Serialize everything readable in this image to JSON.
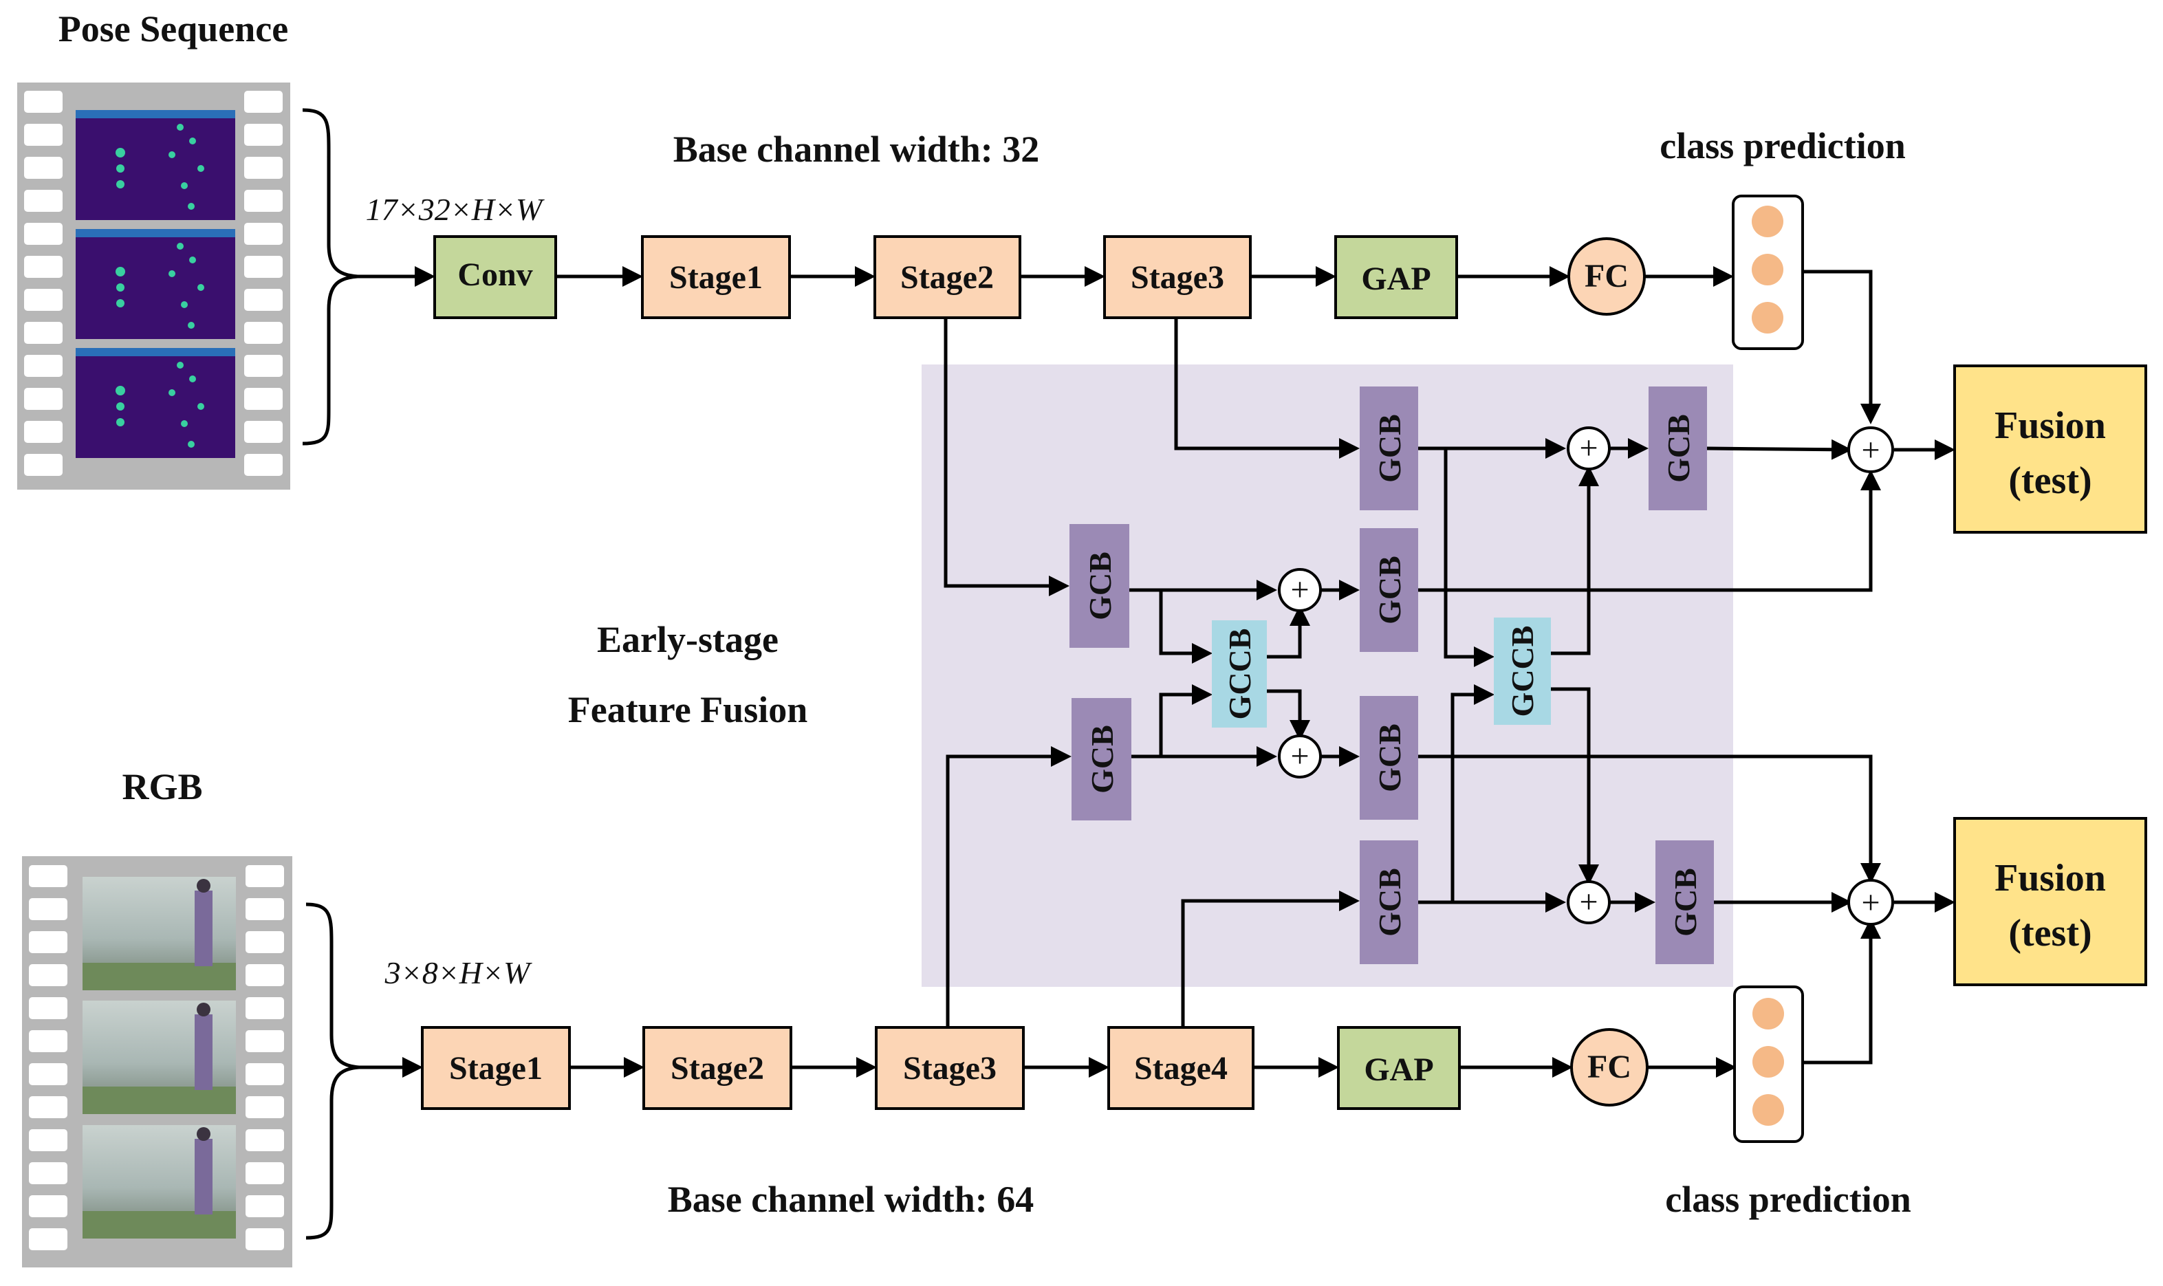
{
  "labels": {
    "pose_sequence": "Pose Sequence",
    "rgb": "RGB",
    "pose_dims": "17×32×H×W",
    "rgb_dims": "3×8×H×W",
    "base_width_top": "Base channel width: 32",
    "base_width_bottom": "Base channel width: 64",
    "class_prediction_top": "class prediction",
    "class_prediction_bottom": "class prediction",
    "early_fusion_line1": "Early-stage",
    "early_fusion_line2": "Feature Fusion"
  },
  "pose_branch": {
    "conv": "Conv",
    "stage1": "Stage1",
    "stage2": "Stage2",
    "stage3": "Stage3",
    "gap": "GAP",
    "fc": "FC"
  },
  "rgb_branch": {
    "stage1": "Stage1",
    "stage2": "Stage2",
    "stage3": "Stage3",
    "stage4": "Stage4",
    "gap": "GAP",
    "fc": "FC"
  },
  "fusion_blocks": {
    "gcb": "GCB",
    "gccb": "GCCB",
    "plus": "+"
  },
  "fusion_outputs": {
    "top_line1": "Fusion",
    "top_line2": "(test)",
    "bottom_line1": "Fusion",
    "bottom_line2": "(test)"
  },
  "colors": {
    "stage_fill": "#fcd5b5",
    "conv_gap_fill": "#c4d79b",
    "gcb_fill": "#9b8ab5",
    "gccb_fill": "#a8d8e4",
    "fusion_fill": "#ffe38a",
    "fusion_region": "#e4dfec",
    "pose_frame": "#3a0f6e",
    "film_strip": "#b7b7b7"
  }
}
